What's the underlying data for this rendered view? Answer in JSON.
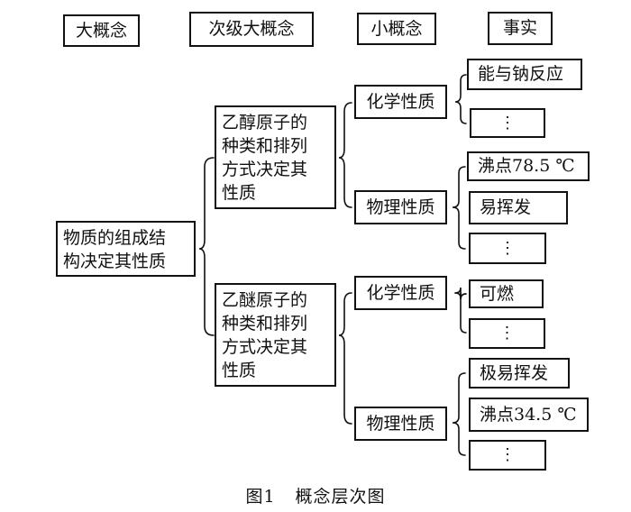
{
  "headers": {
    "big": "大概念",
    "sub": "次级大概念",
    "small": "小概念",
    "fact": "事实"
  },
  "root": {
    "lines": [
      "物质的组成结",
      "构决定其性质"
    ]
  },
  "sub_concepts": [
    {
      "lines": [
        "乙醇原子的",
        "种类和排列",
        "方式决定其",
        "性质"
      ]
    },
    {
      "lines": [
        "乙醚原子的",
        "种类和排列",
        "方式决定其",
        "性质"
      ]
    }
  ],
  "small_concepts": [
    "化学性质",
    "物理性质",
    "化学性质",
    "物理性质"
  ],
  "facts": [
    "能与钠反应",
    "⋮",
    "沸点78.5 ℃",
    "易挥发",
    "⋮",
    "可燃",
    "⋮",
    "极易挥发",
    "沸点34.5 ℃",
    "⋮"
  ],
  "caption": {
    "figure": "图1",
    "title": "概念层次图"
  }
}
